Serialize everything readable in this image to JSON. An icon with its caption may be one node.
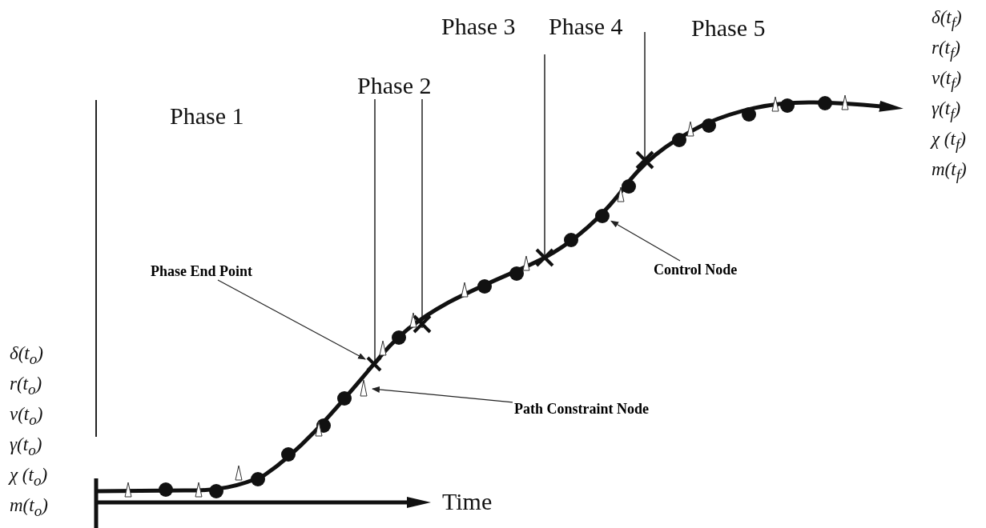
{
  "diagram": {
    "nodes": [
      {
        "text": [
          "Phase End Point"
        ]
      },
      {
        "text": [],
        "shape": "cross"
      },
      {
        "text": [
          "Path Constraint Node"
        ]
      },
      {
        "text": [],
        "shape": "triangle"
      },
      {
        "text": [
          "Control Node"
        ]
      },
      {
        "text": [],
        "shape": "circle"
      }
    ],
    "edges": [
      {
        "from": 0,
        "to": 1,
        "arrow": "to"
      },
      {
        "from": 2,
        "to": 3,
        "arrow": "to"
      },
      {
        "from": 4,
        "to": 5,
        "arrow": "to"
      }
    ],
    "labels": [
      "Phase 3",
      "Phase 4",
      "Phase 5",
      "δ(t$_{f}$)",
      "r(t$_{f}$)",
      "ν(t$_{f}$)",
      "γ(t$_{f}$)",
      "χ (t$_{f}$)",
      "m(t$_{f}$)",
      "Phase 2",
      "Phase 1",
      "δ(t$_{o}$)",
      "r(t$_{o}$)",
      "ν(t$_{o}$)",
      "γ(t$_{o}$)",
      "χ (t$_{o}$)",
      "m(t$_{o}$)",
      "Time"
    ]
  }
}
